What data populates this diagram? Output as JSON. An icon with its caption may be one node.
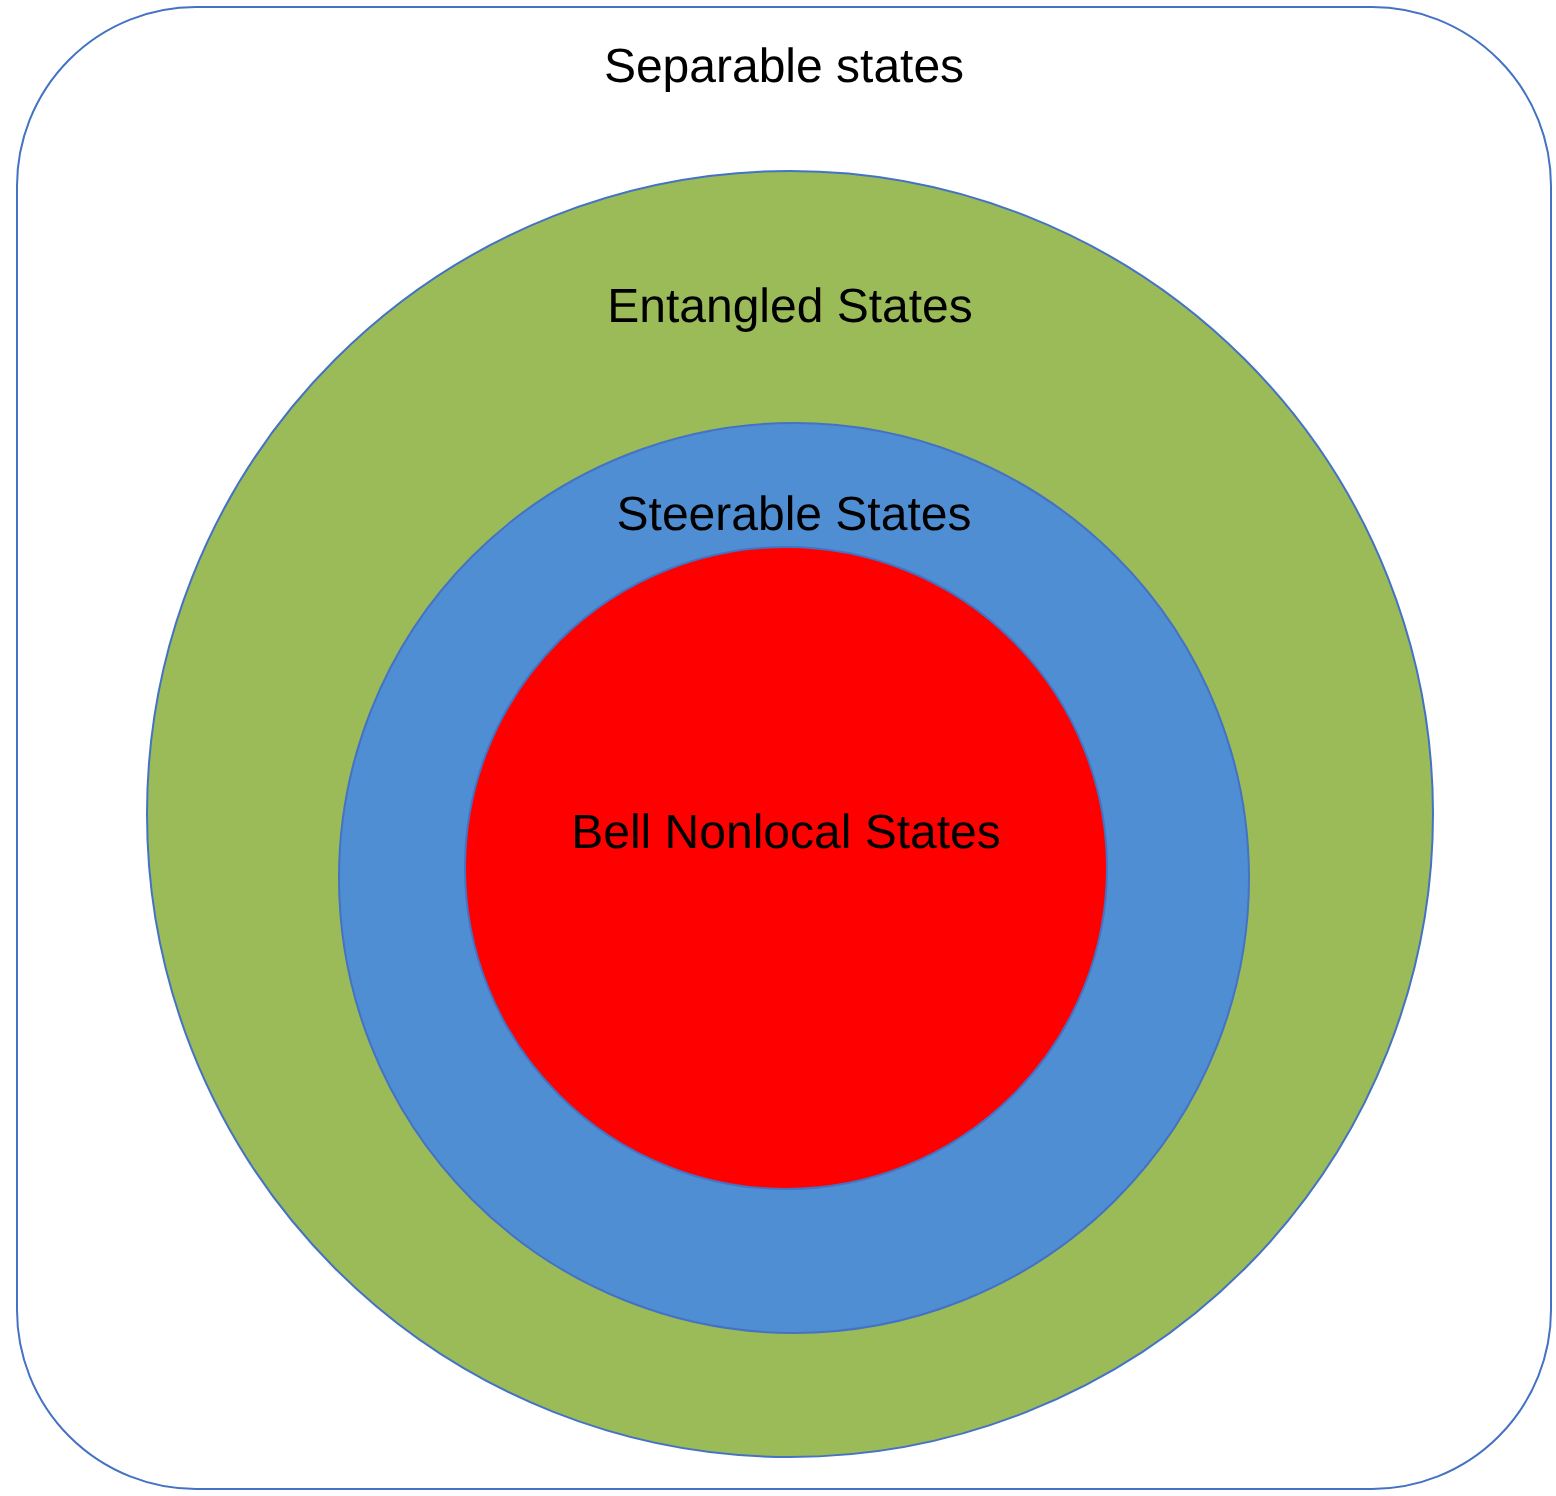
{
  "diagram": {
    "nodes": [
      {
        "text": [
          "Separable states"
        ]
      },
      {
        "text": [
          "Entangled States"
        ],
        "in": 0
      },
      {
        "text": [
          "Steerable States"
        ],
        "in": 1
      },
      {
        "text": [
          "Bell Nonlocal States"
        ],
        "in": 2
      }
    ]
  }
}
